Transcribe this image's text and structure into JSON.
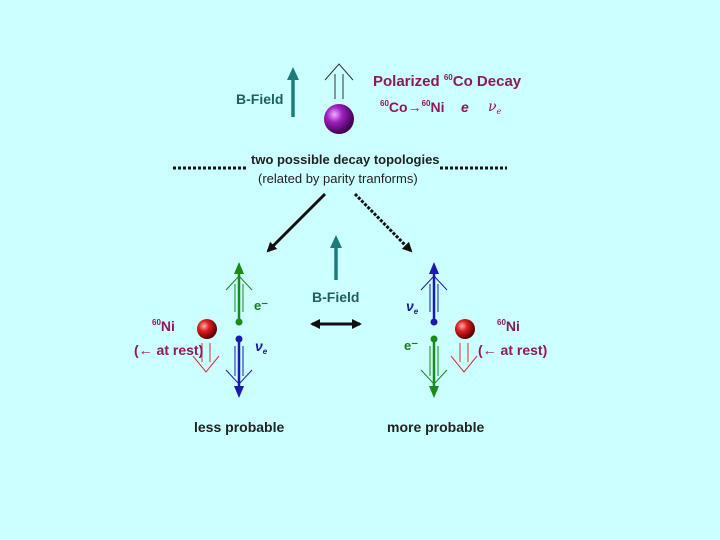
{
  "header": {
    "title_prefix": "Polarized ",
    "title_iso": "60",
    "title_suffix": "Co Decay",
    "reaction_iso1": "60",
    "reaction_el1": "Co",
    "reaction_arrow": "→",
    "reaction_iso2": "60",
    "reaction_el2": "Ni",
    "reaction_e": "e",
    "reaction_nu": "ν",
    "reaction_nu_sub": "e"
  },
  "bfield_top": "B-Field",
  "bfield_mid": "B-Field",
  "topologies": {
    "line1": "two possible decay topologies",
    "line2": "(related by parity tranforms)"
  },
  "left": {
    "electron": "e⁻",
    "nu": "ν",
    "nu_sub": "e",
    "ni_iso": "60",
    "ni_el": "Ni",
    "rest": "(← at rest)",
    "caption": "less probable"
  },
  "right": {
    "nu": "ν",
    "nu_sub": "e",
    "electron": "e⁻",
    "ni_iso": "60",
    "ni_el": "Ni",
    "rest": "(← at rest)",
    "caption": "more probable"
  },
  "colors": {
    "background": "#ccffff",
    "title": "#8b1a5a",
    "bfield_arrow": "#1f7a7a",
    "electron": "#1a8a1a",
    "neutrino": "#1a1ab0",
    "nucleus": "#cc1111",
    "cobalt": "#8a1aa0"
  }
}
